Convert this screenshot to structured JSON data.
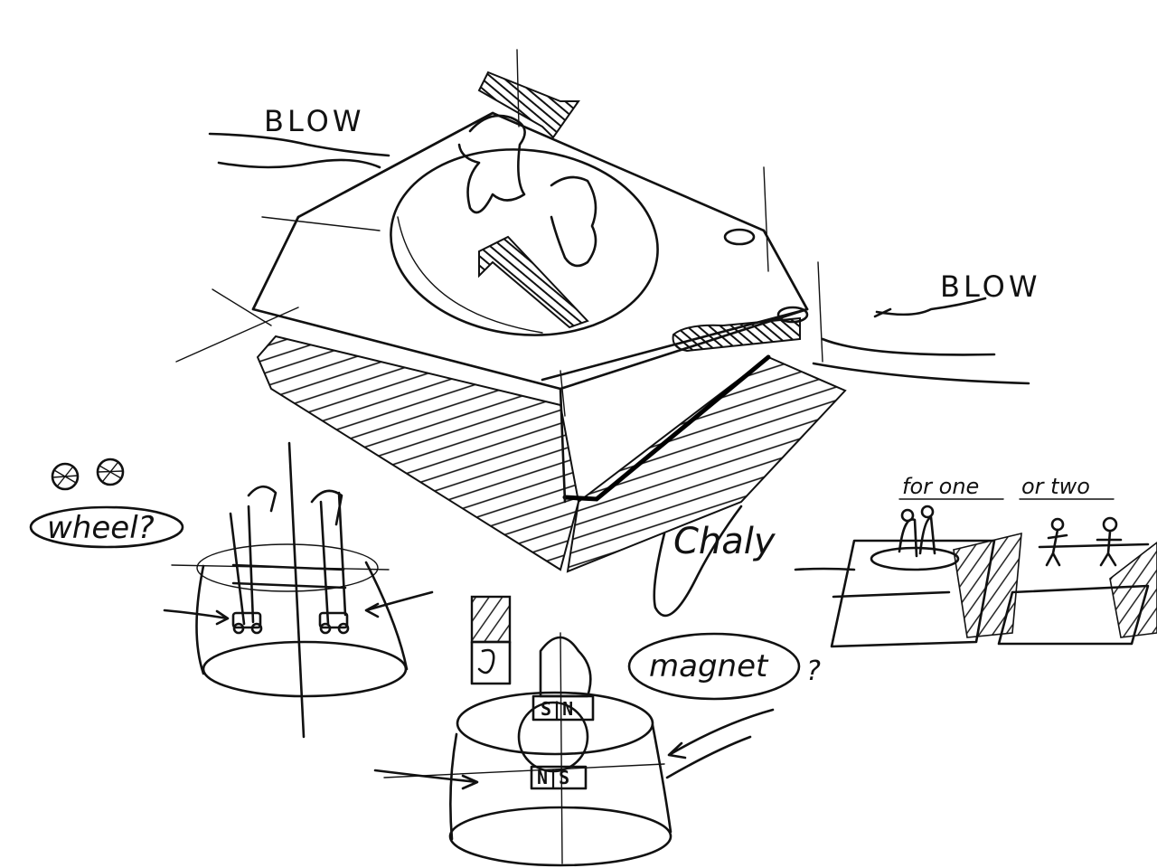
{
  "labels": {
    "blow_left": "BLOW",
    "blow_right": "BLOW",
    "wheel": "wheel?",
    "magnet": "magnet",
    "magnet_question": "?",
    "for_one": "for one",
    "or_two": "or two",
    "pole_top": "S|N",
    "pole_bottom": "N|S",
    "signature": "Chaly"
  },
  "icons": [
    "wheel-icon",
    "wheel-icon",
    "arrow-icon",
    "person-icon",
    "magnet-icon"
  ],
  "colors": {
    "ink": "#111111",
    "paper": "#ffffff"
  }
}
